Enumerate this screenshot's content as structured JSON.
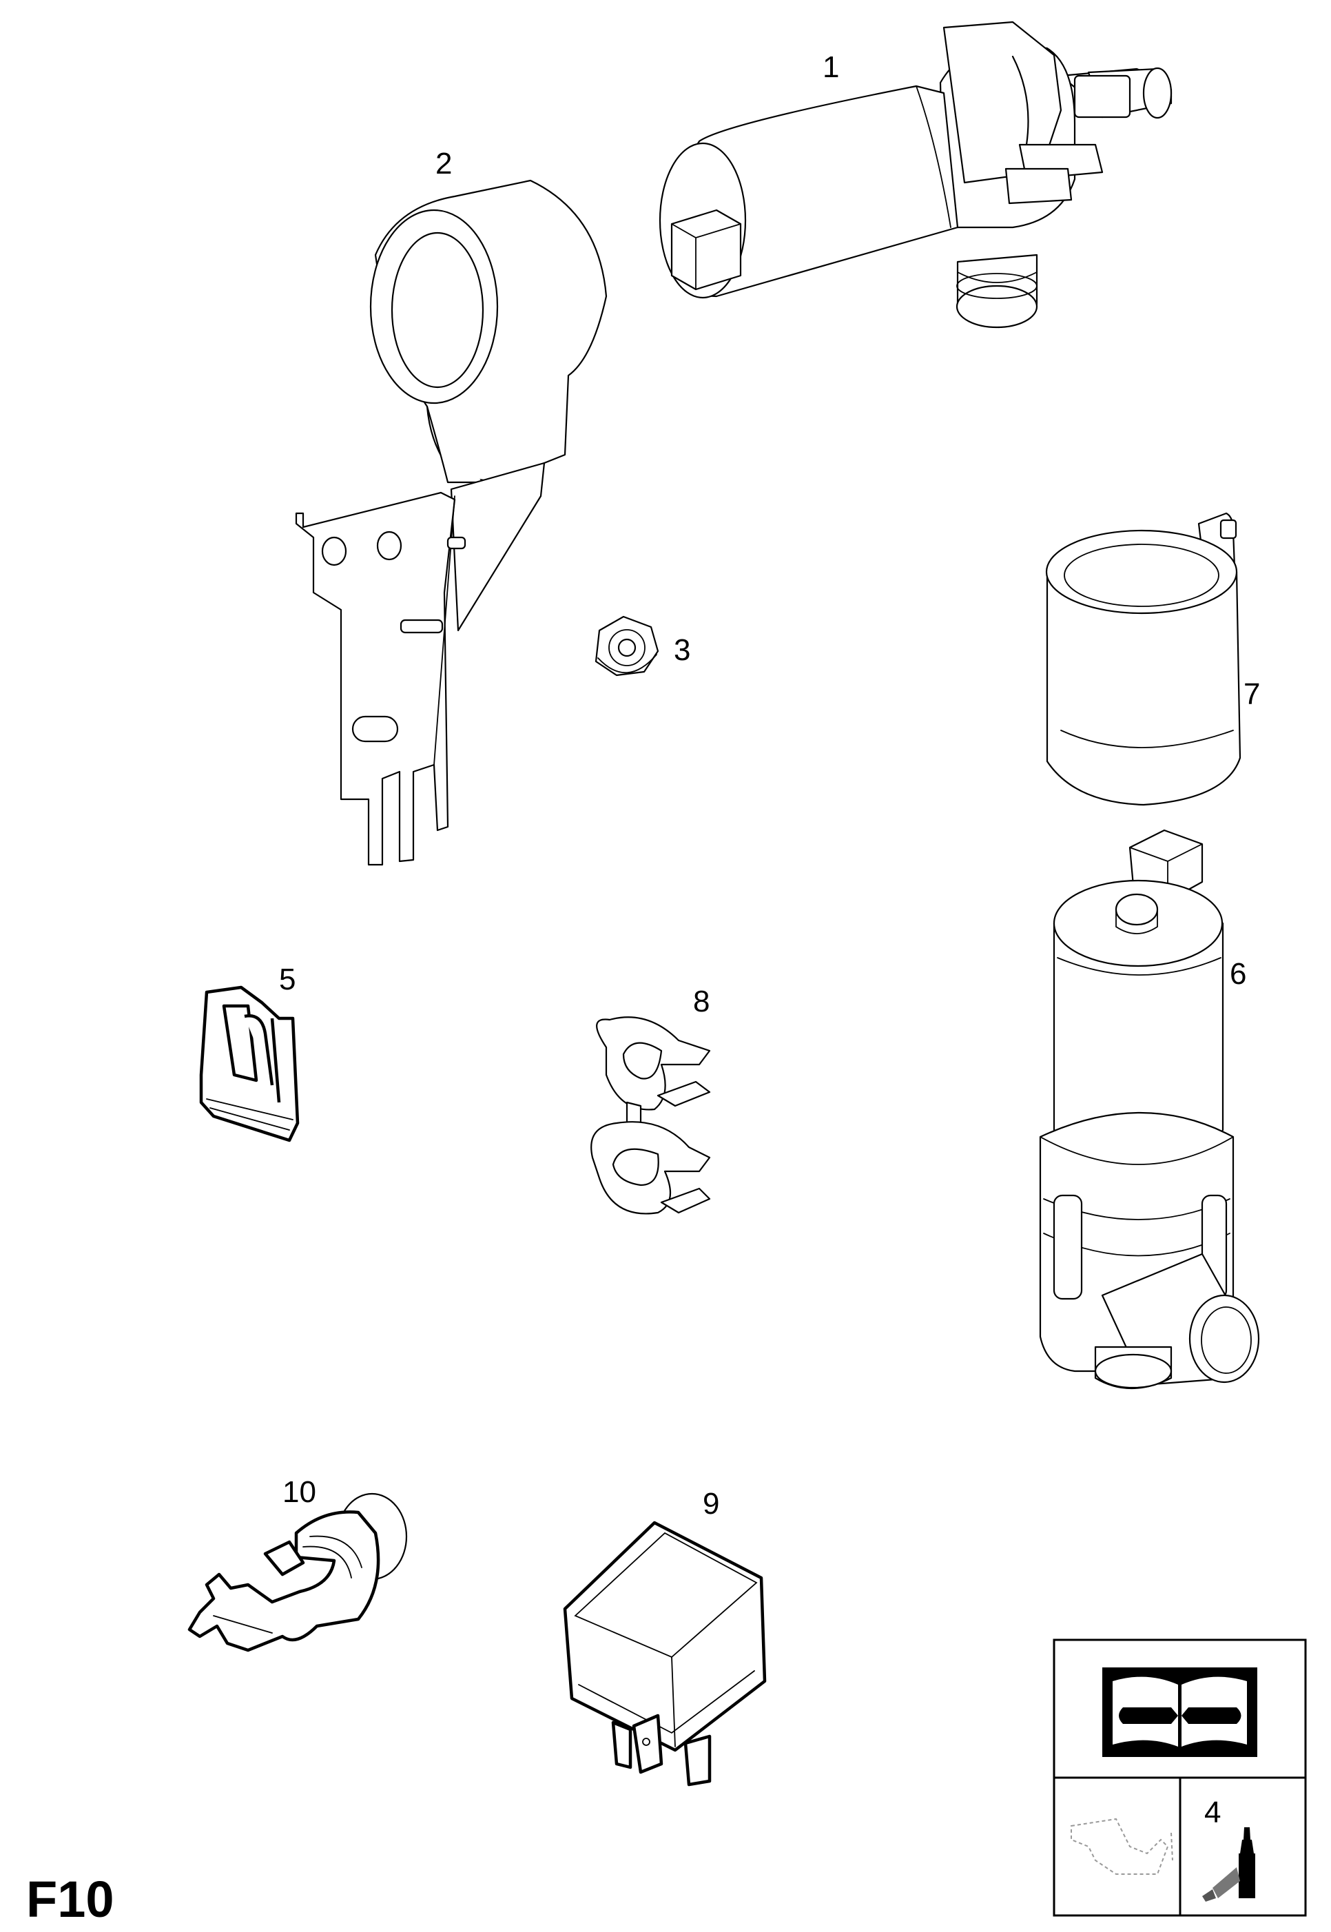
{
  "sheet_code": "F10",
  "callouts": {
    "p1": "1",
    "p2": "2",
    "p3": "3",
    "p4": "4",
    "p5": "5",
    "p6": "6",
    "p7": "7",
    "p8": "8",
    "p9": "9",
    "p10": "10"
  },
  "legend_icons": [
    "service-manual-icon",
    "oil-pan-icon",
    "sealant-bottle-icon"
  ]
}
